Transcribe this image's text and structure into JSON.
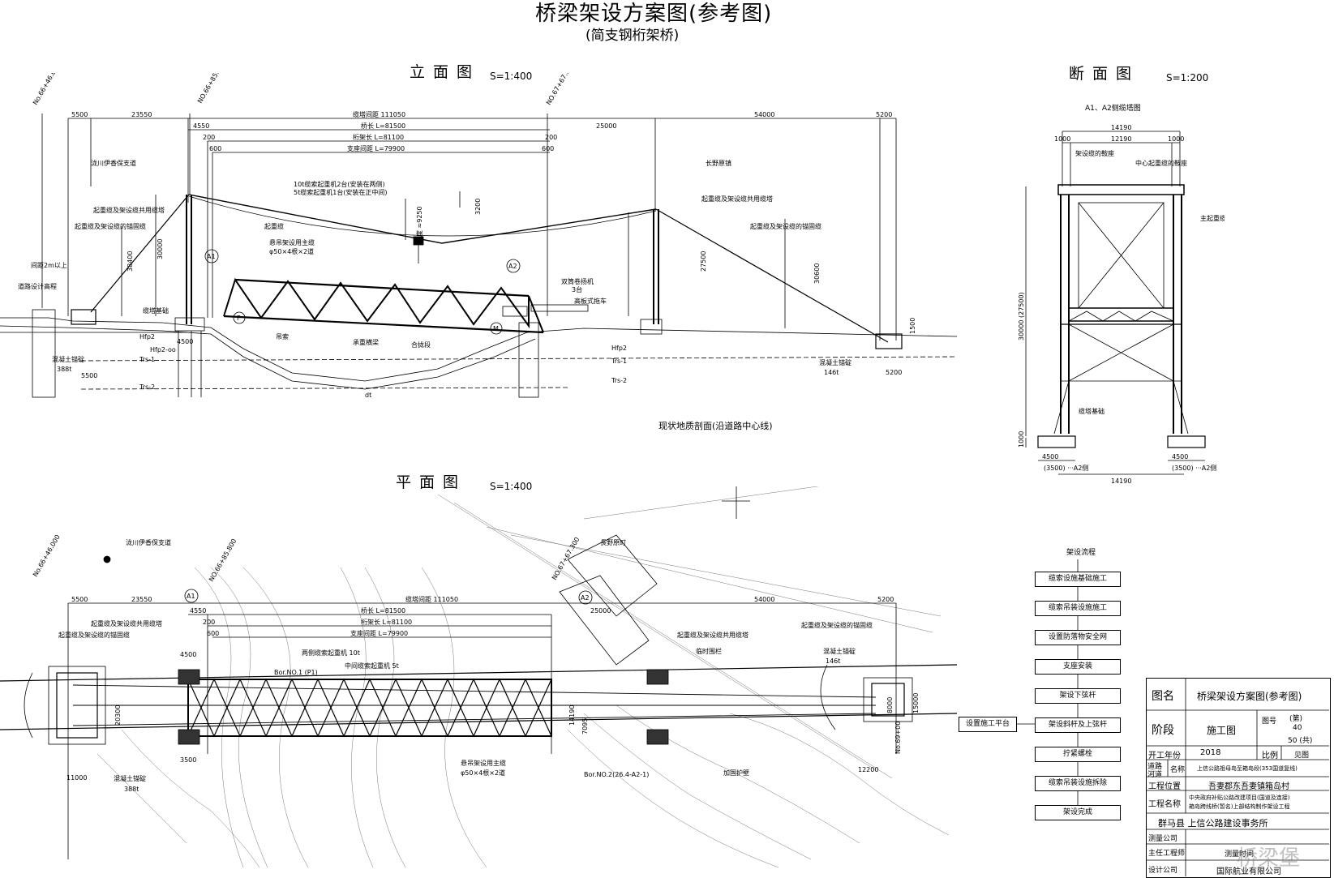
{
  "drawing": {
    "title": "桥梁架设方案图(参考图)",
    "subtitle": "(简支钢桁架桥)"
  },
  "elevation": {
    "heading": "立面图",
    "scale": "S=1:400",
    "stations": [
      "No.66+46.000",
      "NO.66+85.800",
      "NO.67+67.300"
    ],
    "dims_top": [
      "5500",
      "23550",
      "缆塔间距 111050",
      "54000",
      "5200"
    ],
    "dims_inner": [
      "4550",
      "桥长 L=81500",
      "200",
      "桁架长 L=81100",
      "200",
      "600",
      "支座间距 L=79900",
      "600",
      "25000"
    ],
    "labels": {
      "crane": "10t缆索起重机2台(安装在两侧)",
      "crane2": "5t缆索起重机1台(安装在正中间)",
      "shared_tower_l": "起重缆及架设缆共用缆塔",
      "shared_tower_r": "起重缆及架设缆共用缆塔",
      "anchor_l": "起重缆及架设缆的锚固缆",
      "anchor_r": "起重缆及架设缆的锚固缆",
      "hoist": "起重缆",
      "main_cable": "悬吊架设用主缆",
      "main_cable_spec": "φ50×4根×2道",
      "road_l": "泷川伊香保支道",
      "road_r": "长野原镇",
      "gap": "间距2m以上",
      "road_design": "道路设计高程",
      "tower_base": "缆塔基础",
      "concrete_anchor_l": "混凝土锚碇",
      "anchor_t_l": "388t",
      "concrete_anchor_r": "混凝土锚碇",
      "anchor_t_r": "146t",
      "hanger": "吊索",
      "beam": "承重横梁",
      "closure": "合拢段",
      "winch": "双筒卷扬机",
      "winch_count": "3台",
      "trailer": "高板式拖车",
      "geology": "现状地质剖面(沿道路中心线)",
      "h30000": "30000",
      "h27500": "27500",
      "h30600": "30600",
      "h3200": "3200",
      "h38400": "38400",
      "sag": "垂度 ≈9250",
      "d4500": "4500",
      "d5500": "5500",
      "d5200b": "5200",
      "d1500": "1500",
      "a1": "A1",
      "a2": "A2",
      "f": "F",
      "m": "M"
    },
    "layers": [
      "Hfp2",
      "Hfp2-oo",
      "Trs-1",
      "Trs-2",
      "dt"
    ]
  },
  "section": {
    "heading": "断面图",
    "scale": "S=1:200",
    "subheading": "A1、A2侧缆塔图",
    "dims": [
      "14190",
      "1000",
      "12190",
      "1000",
      "30000 (27500)",
      "1000",
      "4500",
      "(3500) ···A2侧",
      "4500",
      "(3500) ···A2侧",
      "14190"
    ],
    "labels": {
      "saddle": "架设缆的鞍座",
      "center_saddle": "中心起重缆的鞍座",
      "main_saddle": "主起重缆的鞍座",
      "base": "缆塔基础"
    }
  },
  "plan": {
    "heading": "平面图",
    "scale": "S=1:400",
    "dims_top": [
      "5500",
      "23550",
      "缆塔间距 111050",
      "54000",
      "5200"
    ],
    "dims_inner": [
      "4550",
      "桥长 L=81500",
      "桁架长 L=81100",
      "支座间距 L=79900",
      "25000",
      "200",
      "600"
    ],
    "labels": {
      "road_l": "泷川伊香保支道",
      "town": "長野原町",
      "shared_tower_l": "起重缆及架设缆共用缆塔",
      "anchor_l": "起重缆及架设缆的锚固缆",
      "both_crane": "两侧缆索起重机 10t",
      "mid_crane": "中间缆索起重机 5t",
      "shared_tower_r": "起重缆及架设缆共用缆塔",
      "anchor_r": "起重缆及架设缆的锚固缆",
      "fence": "临时围栏",
      "concrete_anchor_r": "混凝土锚碇",
      "anchor_t_r": "146t",
      "concrete_anchor_l": "混凝土锚碇",
      "anchor_t_l": "388t",
      "main_cable": "悬吊架设用主缆",
      "main_cable_spec": "φ50×4根×2道",
      "bor1": "Bor.NO.1 (P1)",
      "bor2": "Bor.NO.2(26.4-A2-1)",
      "guard": "加固护壁",
      "w11000": "11000",
      "w12200": "12200",
      "w4500": "4500",
      "w3500": "3500",
      "w15000": "15000",
      "w8000": "8000",
      "w20300": "20300",
      "w14190": "14190",
      "w7095": "7095",
      "station_r": "No.69+00",
      "stations": [
        "No.66+46.000",
        "NO.66+85.800",
        "NO.67+67.300"
      ]
    }
  },
  "flow": {
    "title": "架设流程",
    "steps": [
      "缆索设施基础施工",
      "缆索吊装设施施工",
      "设置防落物安全网",
      "支座安装",
      "架设下弦杆",
      "架设斜杆及上弦杆",
      "拧紧螺栓",
      "缆索吊装设施拆除",
      "架设完成"
    ],
    "side": "设置施工平台"
  },
  "titleblock": {
    "name_label": "图名",
    "name": "桥梁架设方案图(参考图)",
    "stage_label": "阶段",
    "stage": "施工图",
    "fig_no_label": "图号",
    "fig_no_a": "(第)",
    "fig_no_b": "40",
    "fig_no_c": "50 (共)",
    "year_label": "开工年份",
    "year": "2018",
    "scale_label": "比例",
    "scale": "见图",
    "road_label": "道路",
    "road_label2": "河道",
    "road_name_label": "名称",
    "road_name": "上信公路祖母岛至箱岛段(353国道复线)",
    "site_label": "工程位置",
    "site": "吾妻郡东吾妻镇箱岛村",
    "project_label": "工程名称",
    "project1": "中央政府补贴公路改建项目(国道及连接)",
    "project2": "箱岛跨线桥(暂名)上部结构制作架设工程",
    "office": "群马县  上信公路建设事务所",
    "survey_label": "测量公司",
    "engineer_label": "主任工程师",
    "date_label": "测量时间",
    "design_label": "设计公司",
    "design": "国际航业有限公司"
  },
  "watermark": "桥梁堡"
}
